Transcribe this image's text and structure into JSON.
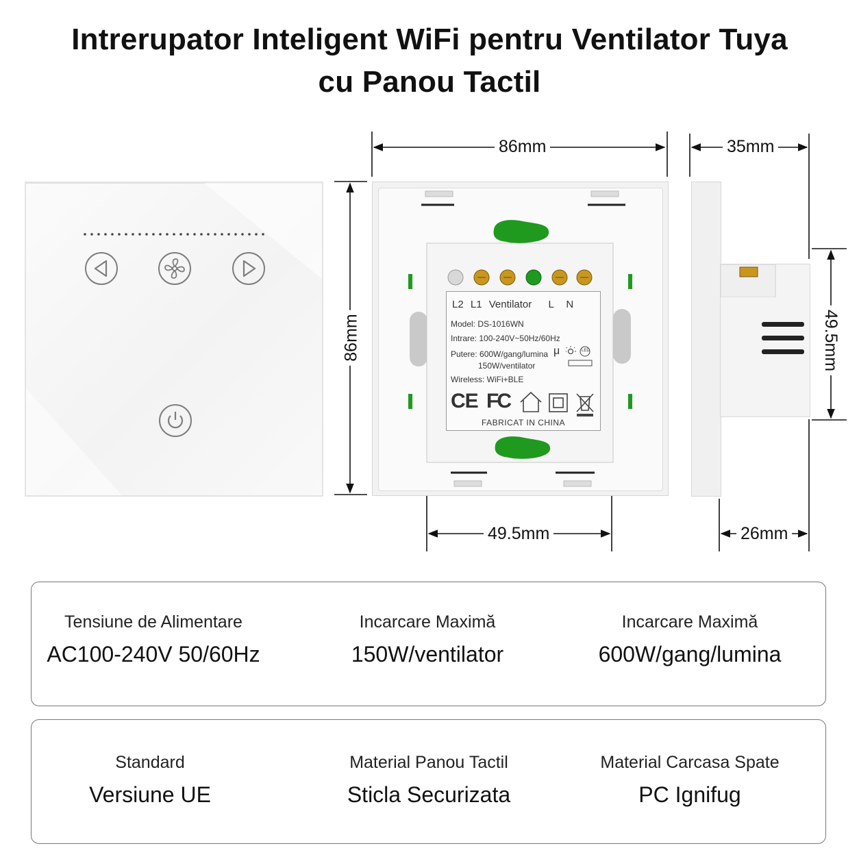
{
  "title": {
    "line1": "Intrerupator Inteligent WiFi pentru Ventilator Tuya",
    "line2": "cu Panou Tactil"
  },
  "dimensions": {
    "width": "86mm",
    "height": "86mm",
    "depth_total": "35mm",
    "body_height": "49.5mm",
    "body_width": "49.5mm",
    "body_depth": "26mm"
  },
  "back_label": {
    "terminals": [
      "L2",
      "L1",
      "Ventilator",
      "L",
      "N"
    ],
    "model": "Model: DS-1016WN",
    "input": "Intrare: 100-240V~50Hz/60Hz",
    "power_light": "Putere: 600W/gang/lumina",
    "power_fan": "150W/ventilator",
    "wireless": "Wireless: WiFi+BLE",
    "marks": [
      "CE",
      "FC"
    ],
    "origin": "FABRICAT IN CHINA",
    "led_mark": "LED",
    "micro_mark": "μ"
  },
  "front_panel": {
    "icons": [
      "left-arrow-icon",
      "fan-icon",
      "right-arrow-icon",
      "power-icon"
    ]
  },
  "specs": [
    [
      {
        "label": "Tensiune de Alimentare",
        "value": "AC100-240V 50/60Hz"
      },
      {
        "label": "Incarcare Maximă",
        "value": "150W/ventilator"
      },
      {
        "label": "Incarcare Maximă",
        "value": "600W/gang/lumina"
      }
    ],
    [
      {
        "label": "Standard",
        "value": "Versiune UE"
      },
      {
        "label": "Material Panou Tactil",
        "value": "Sticla Securizata"
      },
      {
        "label": "Material Carcasa Spate",
        "value": "PC Ignifug"
      }
    ]
  ],
  "colors": {
    "accent_green": "#1f9a1f",
    "terminal_brass": "#c9961e",
    "line": "#111111"
  }
}
